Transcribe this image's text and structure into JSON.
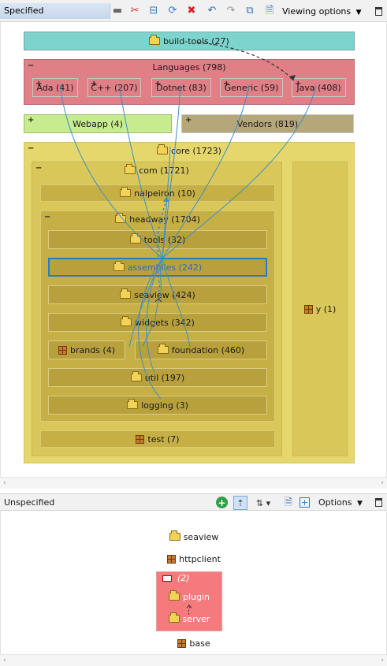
{
  "top_panel": {
    "title": "Specified",
    "viewing_options_label": "Viewing options",
    "toolbar_icons": [
      "filter-icon",
      "cut-icon",
      "collapse-icon",
      "refresh-icon",
      "delete-icon",
      "undo-icon",
      "redo-icon",
      "copy-icon",
      "export-icon"
    ]
  },
  "nodes": {
    "build_tools": "build-tools (27)",
    "languages": "Languages (798)",
    "ada": "Ada (41)",
    "cpp": "C++ (207)",
    "dotnet": "Dotnet (83)",
    "generic": "Generic (59)",
    "java": "Java (408)",
    "webapp": "Webapp (4)",
    "vendors": "Vendors (819)",
    "core": "core (1723)",
    "com": "com (1721)",
    "nalpeiron": "nalpeiron (10)",
    "headway": "headway (1704)",
    "tools": "tools (32)",
    "assemblies": "assemblies (242)",
    "seaview": "seaview (424)",
    "widgets": "widgets (342)",
    "brands": "brands (4)",
    "foundation": "foundation (460)",
    "util": "util (197)",
    "logging": "logging (3)",
    "test": "test (7)",
    "y": "y (1)"
  },
  "bottom_panel": {
    "title": "Unspecified",
    "options_label": "Options",
    "items": {
      "seaview": "seaview",
      "httpclient": "httpclient",
      "group": "(2)",
      "plugin": "plugin",
      "server": "server",
      "base": "base"
    }
  },
  "colors": {
    "build_tools": "#7dd4ce",
    "languages": "#e07f86",
    "webapp": "#c7ec90",
    "vendors": "#b6a77a",
    "core": "#e6d76c",
    "inner": "#c6b045",
    "selected_border": "#2b7ac4",
    "edge": "#3a8fc9"
  }
}
